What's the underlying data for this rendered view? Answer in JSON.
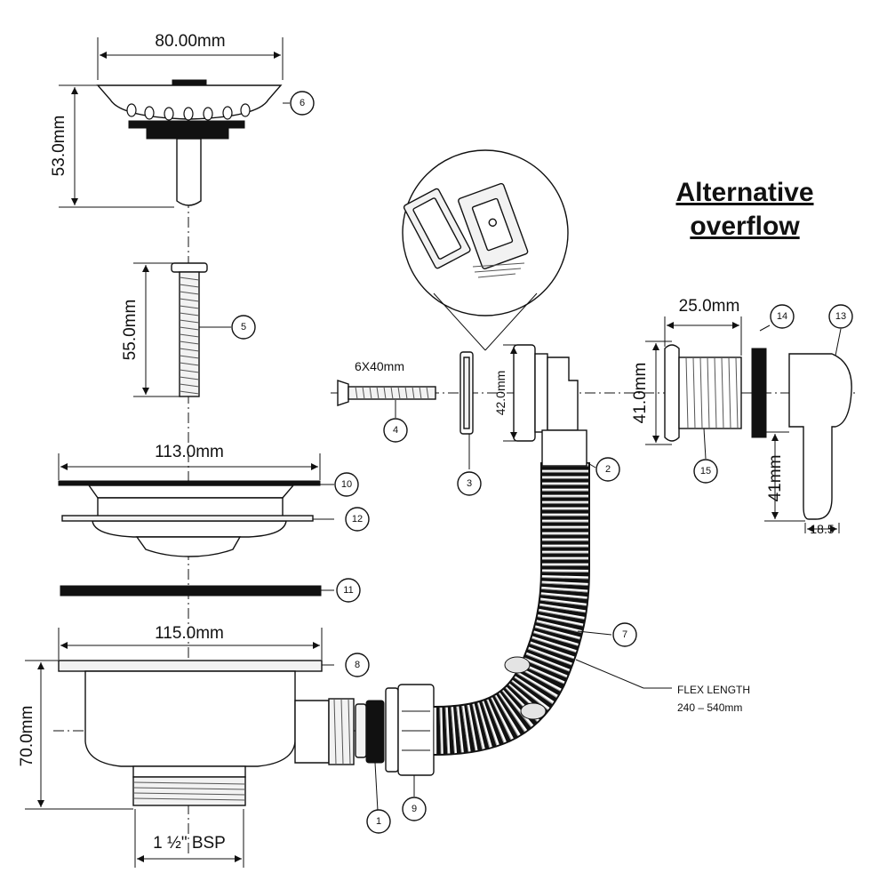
{
  "title": {
    "line1": "Alternative",
    "line2": "overflow"
  },
  "dimensions": {
    "strainer_width": "80.00mm",
    "strainer_height": "53.0mm",
    "bolt_length": "55.0mm",
    "screw_size": "6X40mm",
    "overflow_face_height": "42.0mm",
    "flange_width": "113.0mm",
    "body_width": "115.0mm",
    "body_height": "70.0mm",
    "thread_size": "1 ½\" BSP",
    "alt_thread_length": "25.0mm",
    "alt_face_height": "41.0mm",
    "alt_drop": "41mm",
    "alt_depth": "18.5"
  },
  "callouts": [
    "1",
    "2",
    "3",
    "4",
    "5",
    "6",
    "7",
    "8",
    "9",
    "10",
    "11",
    "12",
    "13",
    "14",
    "15"
  ],
  "notes": {
    "flex_label": "FLEX LENGTH",
    "flex_range": "240 – 540mm"
  }
}
